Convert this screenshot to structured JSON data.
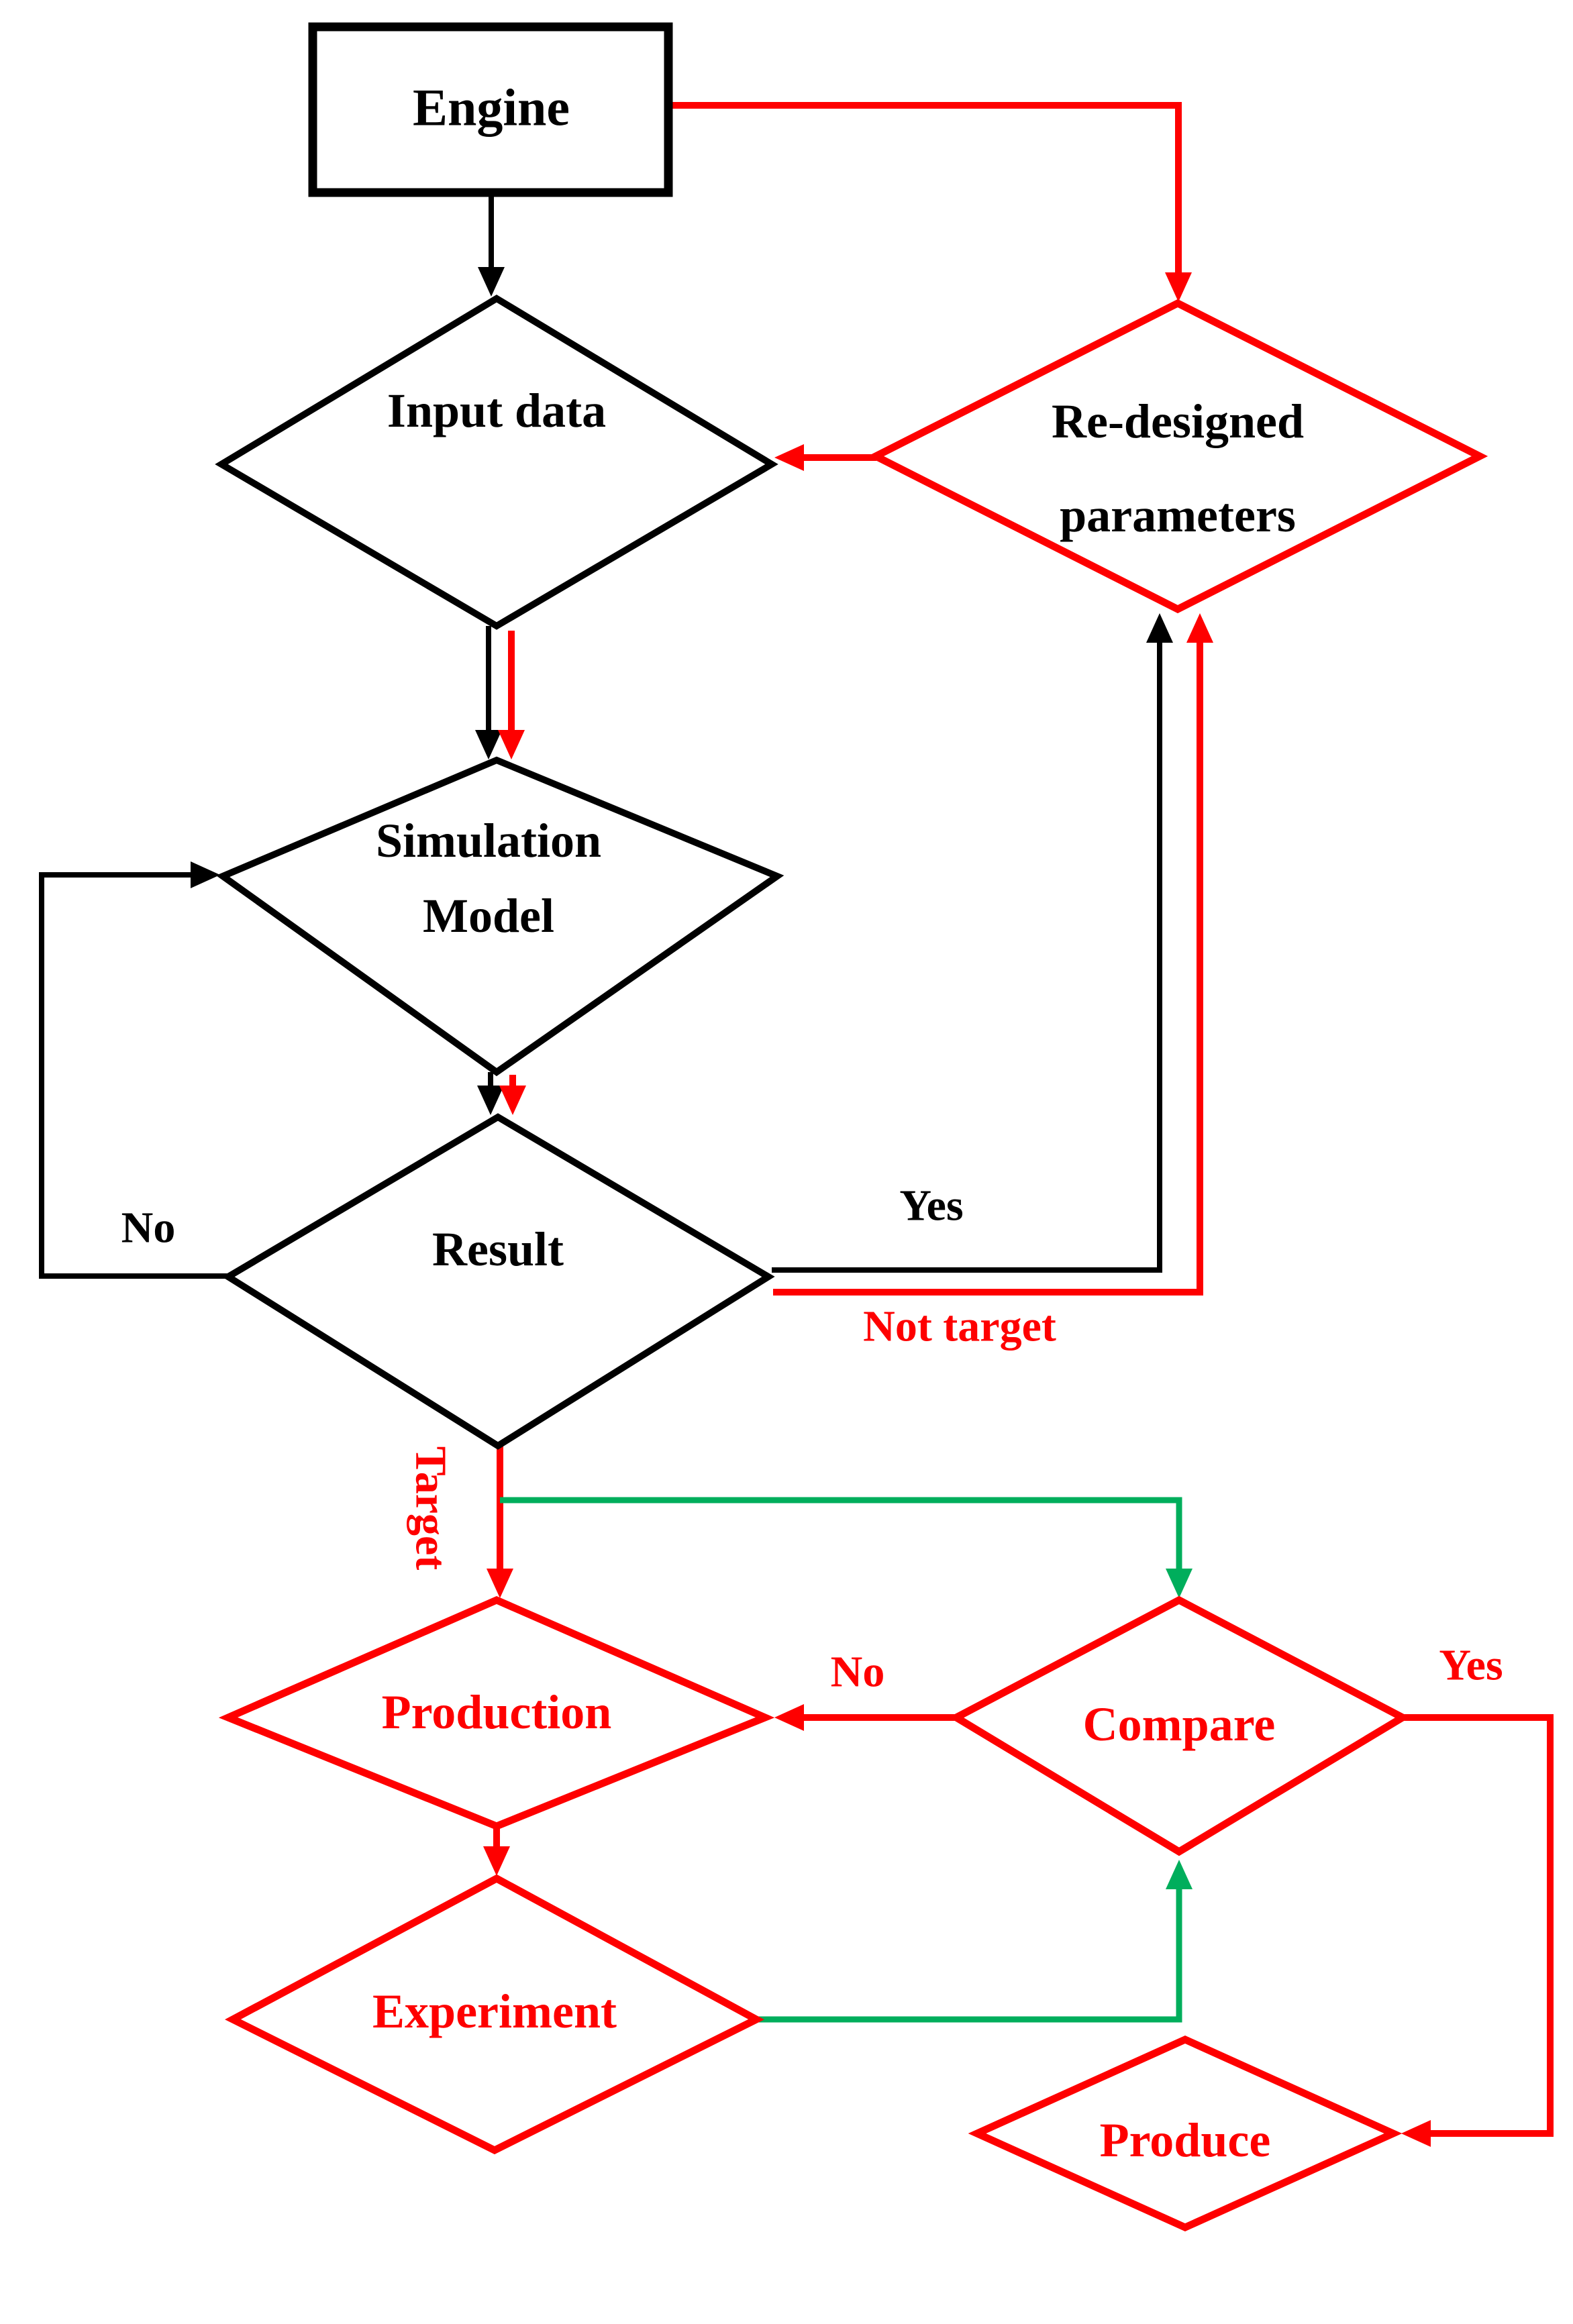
{
  "figure": {
    "type": "flowchart",
    "background": "#ffffff",
    "colors": {
      "black": "#000000",
      "red": "#fe0000",
      "green": "#00ae5c"
    }
  },
  "nodes": {
    "engine": {
      "label": "Engine",
      "shape": "rectangle",
      "color": "black"
    },
    "input_data": {
      "label": "Input data",
      "shape": "diamond",
      "color": "black"
    },
    "simulation_model": {
      "line1": "Simulation",
      "line2": "Model",
      "shape": "diamond",
      "color": "black"
    },
    "result": {
      "label": "Result",
      "shape": "diamond",
      "color": "black"
    },
    "redesigned_parameters": {
      "line1": "Re-designed",
      "line2": "parameters",
      "shape": "diamond",
      "color": "red"
    },
    "production": {
      "label": "Production",
      "shape": "diamond",
      "color": "red"
    },
    "compare": {
      "label": "Compare",
      "shape": "diamond",
      "color": "red"
    },
    "experiment": {
      "label": "Experiment",
      "shape": "diamond",
      "color": "red"
    },
    "produce": {
      "label": "Produce",
      "shape": "diamond",
      "color": "red"
    }
  },
  "edge_labels": {
    "result_no": "No",
    "result_yes": "Yes",
    "result_not_target": "Not target",
    "result_target": "Target",
    "compare_no": "No",
    "compare_yes": "Yes"
  }
}
